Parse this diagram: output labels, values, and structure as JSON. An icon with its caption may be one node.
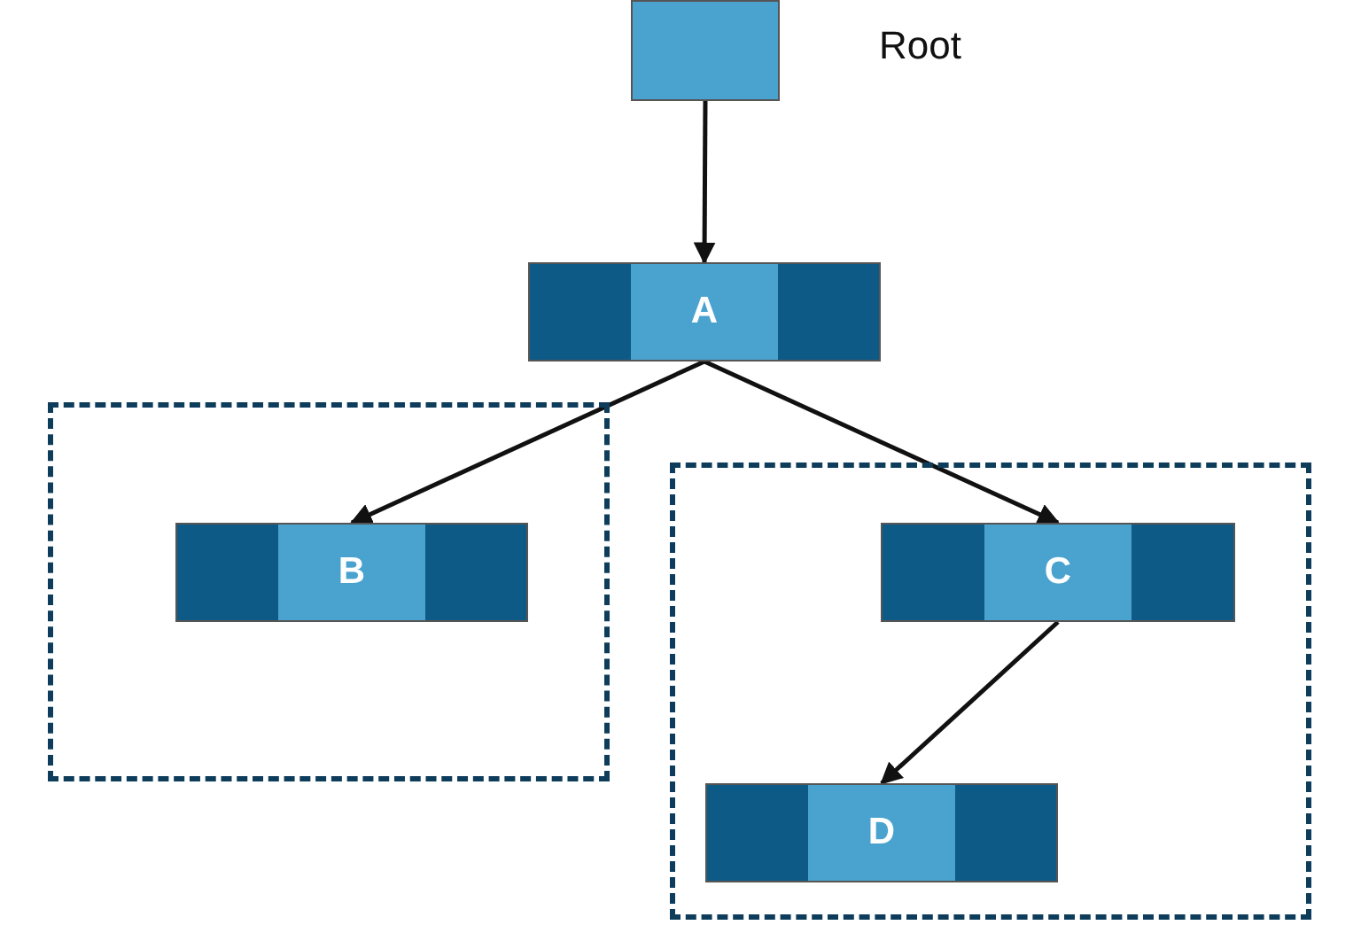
{
  "diagram": {
    "nodes": [
      {
        "text": [],
        "shape": "box",
        "beside": [
          "Root"
        ]
      },
      {
        "text": [
          "A"
        ]
      },
      {
        "text": [],
        "shape": "box"
      },
      {
        "text": [
          "B"
        ],
        "in": 2
      },
      {
        "text": [],
        "shape": "box"
      },
      {
        "text": [
          "C"
        ],
        "in": 4
      },
      {
        "text": [
          "D"
        ],
        "in": 4
      }
    ],
    "edges": [
      {
        "from": 0,
        "to": 1,
        "arrow": "to"
      },
      {
        "from": 1,
        "to": 3,
        "arrow": "to"
      },
      {
        "from": 1,
        "to": 5,
        "arrow": "to"
      },
      {
        "from": 5,
        "to": 6,
        "arrow": "to"
      }
    ]
  }
}
